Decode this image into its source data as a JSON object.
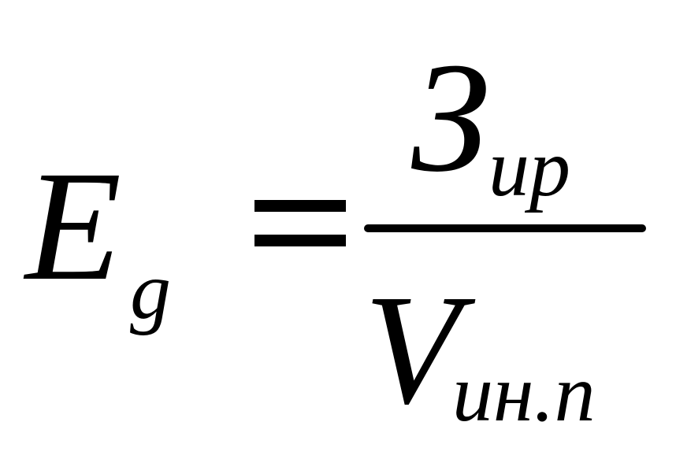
{
  "formula": {
    "lhs": {
      "symbol": "E",
      "subscript": "g"
    },
    "operator": "=",
    "numerator": {
      "symbol": "З",
      "subscript": "ир"
    },
    "denominator": {
      "symbol": "V",
      "subscript": "ин.п"
    }
  }
}
